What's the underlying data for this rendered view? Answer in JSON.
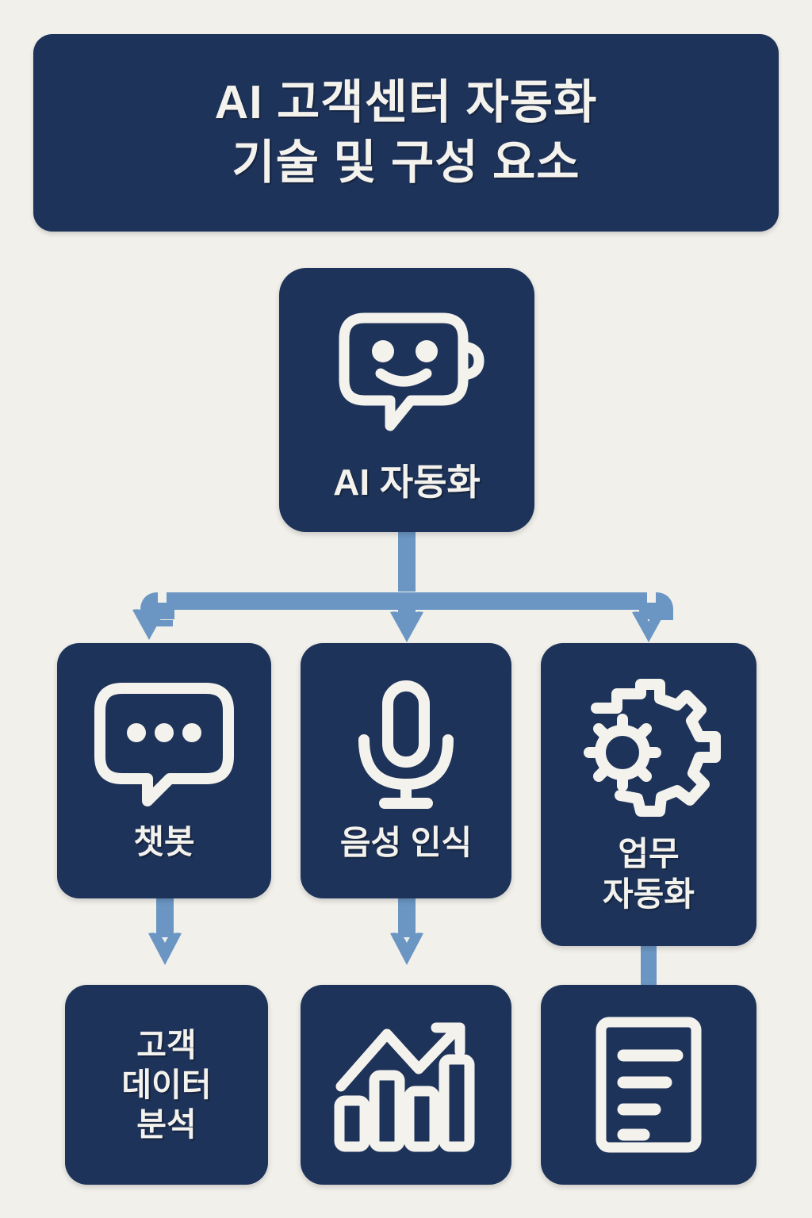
{
  "page": {
    "background_color": "#f2f0eb",
    "card_color": "#1e3359",
    "accent_color": "#6b96c4",
    "text_color": "#f4f2ed"
  },
  "title": {
    "line1": "AI 고객센터 자동화",
    "line2": "기술 및 구성 요소"
  },
  "nodes": {
    "root": {
      "label": "AI 자동화",
      "icon": "robot-chat-face-icon"
    },
    "chatbot": {
      "label": "챗봇",
      "icon": "speech-bubble-dots-icon"
    },
    "voice": {
      "label": "음성 인식",
      "icon": "microphone-icon"
    },
    "workauto": {
      "label": "업무\n자동화",
      "icon": "gears-icon"
    },
    "data": {
      "label": "고객\n데이터\n분석",
      "icon": ""
    },
    "chart": {
      "label": "",
      "icon": "bar-chart-trend-up-icon"
    },
    "doc": {
      "label": "",
      "icon": "document-lines-icon"
    }
  },
  "connectors": {
    "root_to_branch": "arrow-down",
    "branch_to_chatbot": "arrow-down",
    "branch_to_voice": "arrow-down",
    "branch_to_workauto": "arrow-down",
    "chatbot_to_data": "arrow-down",
    "voice_to_chart": "arrow-down",
    "workauto_to_doc": "line"
  }
}
